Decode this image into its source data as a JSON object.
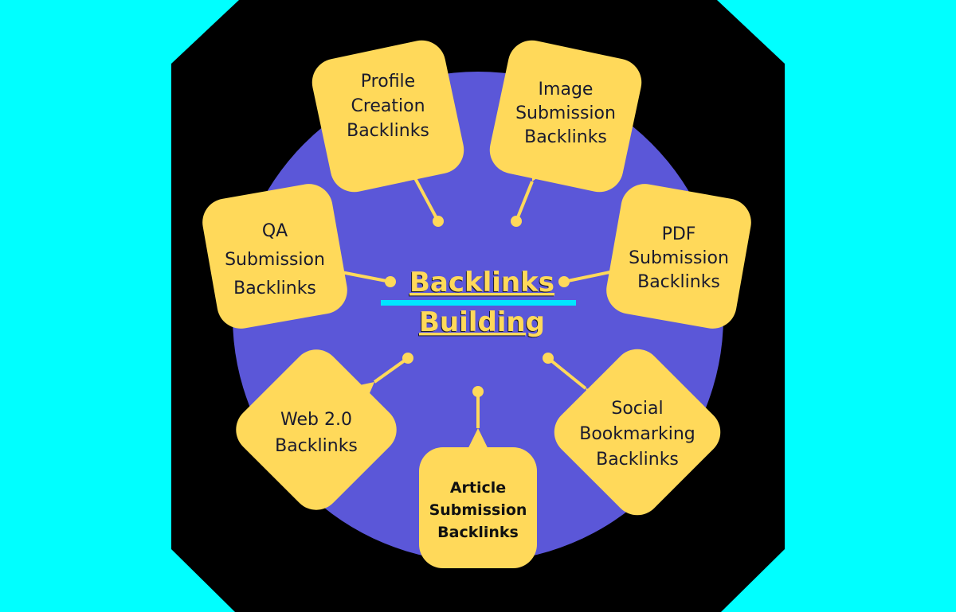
{
  "colors": {
    "background": "#00FFFF",
    "octagon": "#000000",
    "circle": "#5B57D8",
    "bubble": "#FFD95A",
    "center_text": "#FFD95A",
    "center_shadow": "#1a1a2e",
    "divider": "#00E5FF"
  },
  "center": {
    "line1": "Backlinks",
    "line2": "Building"
  },
  "nodes": [
    {
      "id": "profile-creation",
      "lines": [
        "Profile",
        "Creation",
        "Backlinks"
      ]
    },
    {
      "id": "image-submission",
      "lines": [
        "Image",
        "Submission",
        "Backlinks"
      ]
    },
    {
      "id": "qa-submission",
      "lines": [
        "QA",
        "Submission",
        "Backlinks"
      ]
    },
    {
      "id": "pdf-submission",
      "lines": [
        "PDF",
        "Submission",
        "Backlinks"
      ]
    },
    {
      "id": "web-2-0",
      "lines": [
        "Web 2.0",
        "Backlinks"
      ]
    },
    {
      "id": "social-bookmarking",
      "lines": [
        "Social",
        "Bookmarking",
        "Backlinks"
      ]
    },
    {
      "id": "article-submission",
      "lines": [
        "Article",
        "Submission",
        "Backlinks"
      ]
    }
  ]
}
